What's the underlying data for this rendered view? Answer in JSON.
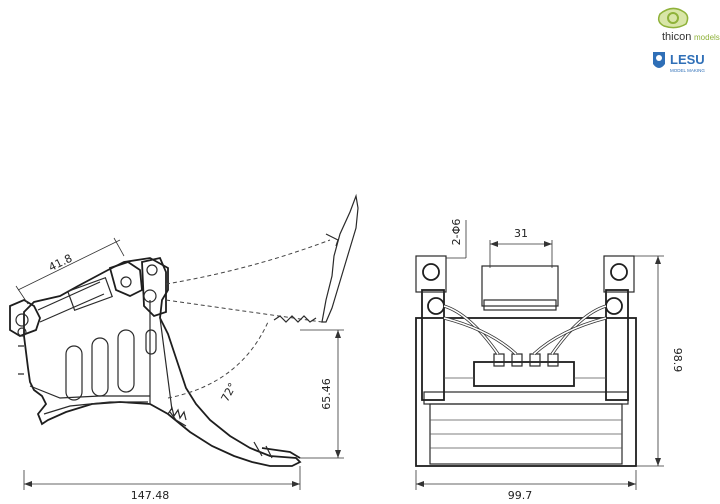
{
  "logos": {
    "thicon": {
      "name": "thicon",
      "sub": "models"
    },
    "lesu": {
      "name": "LESU",
      "sub": "MODEL MAKING"
    }
  },
  "side_view": {
    "dims": {
      "width": "147.48",
      "height": "65.46",
      "pin": "41.8",
      "angle": "72°"
    }
  },
  "front_view": {
    "dims": {
      "width": "99.7",
      "height": "98.9",
      "top": "31",
      "holes": "2-Φ6"
    }
  },
  "colors": {
    "line": "#2a2a2a",
    "logo_green": "#8fb23a",
    "logo_blue": "#2f6fb7"
  }
}
